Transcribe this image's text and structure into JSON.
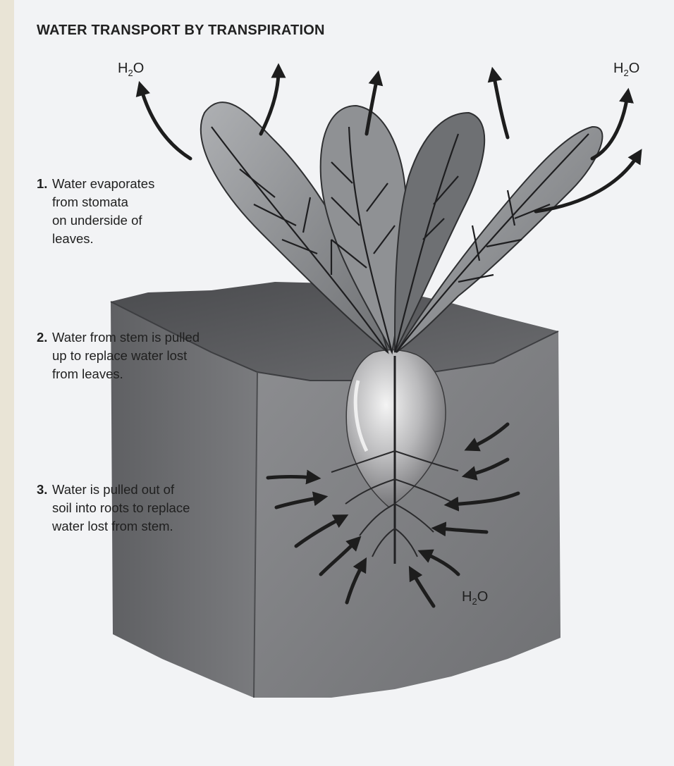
{
  "diagram": {
    "title": "WATER TRANSPORT BY TRANSPIRATION",
    "labels": {
      "h2o_top_left": {
        "main": "H",
        "sub": "2",
        "tail": "O"
      },
      "h2o_top_right": {
        "main": "H",
        "sub": "2",
        "tail": "O"
      },
      "h2o_soil": {
        "main": "H",
        "sub": "2",
        "tail": "O"
      }
    },
    "steps": [
      {
        "num": "1.",
        "lines": [
          "Water evaporates",
          "from stomata",
          "on underside of",
          "leaves."
        ]
      },
      {
        "num": "2.",
        "lines": [
          "Water from stem is pulled",
          "up to replace water lost",
          "from leaves."
        ]
      },
      {
        "num": "3.",
        "lines": [
          "Water is pulled out of",
          "soil into roots to replace",
          "water lost from stem."
        ]
      }
    ]
  }
}
